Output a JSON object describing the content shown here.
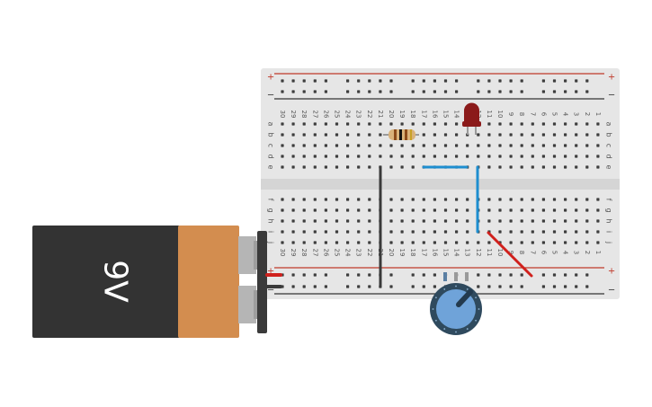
{
  "battery": {
    "label": "9V",
    "colors": {
      "body": "#333333",
      "cap": "#d38d4f",
      "terminal": "#b5b5b5",
      "clip": "#3a3a3a"
    }
  },
  "breadboard": {
    "rail_plus": "+",
    "rail_minus": "−",
    "row_letters_top": [
      "a",
      "b",
      "c",
      "d",
      "e"
    ],
    "row_letters_bottom": [
      "f",
      "g",
      "h",
      "i",
      "j"
    ],
    "column_numbers": [
      "30",
      "29",
      "28",
      "27",
      "26",
      "25",
      "24",
      "23",
      "22",
      "21",
      "20",
      "19",
      "18",
      "17",
      "16",
      "15",
      "14",
      "13",
      "12",
      "11",
      "10",
      "9",
      "8",
      "7",
      "6",
      "5",
      "4",
      "3",
      "2",
      "1"
    ],
    "colors": {
      "board": "#e6e6e6",
      "hole": "#3d3d3d",
      "rail_red": "#c0392b",
      "rail_black": "#333333",
      "text": "#555555"
    }
  },
  "components": {
    "led": {
      "name": "LED",
      "color": "#8b1a1a"
    },
    "resistor": {
      "name": "Resistor",
      "body": "#d9b27a",
      "bands": [
        "#8b4a1a",
        "#111111",
        "#8b4a1a",
        "#c9a227"
      ]
    },
    "potentiometer": {
      "name": "Potentiometer",
      "ring": "#2f4a5e",
      "face": "#6fa3d9",
      "knob": "#233a4e"
    }
  },
  "wires": {
    "black": "#3a3a3a",
    "blue": "#1e8ecf",
    "red": "#d0201c"
  }
}
